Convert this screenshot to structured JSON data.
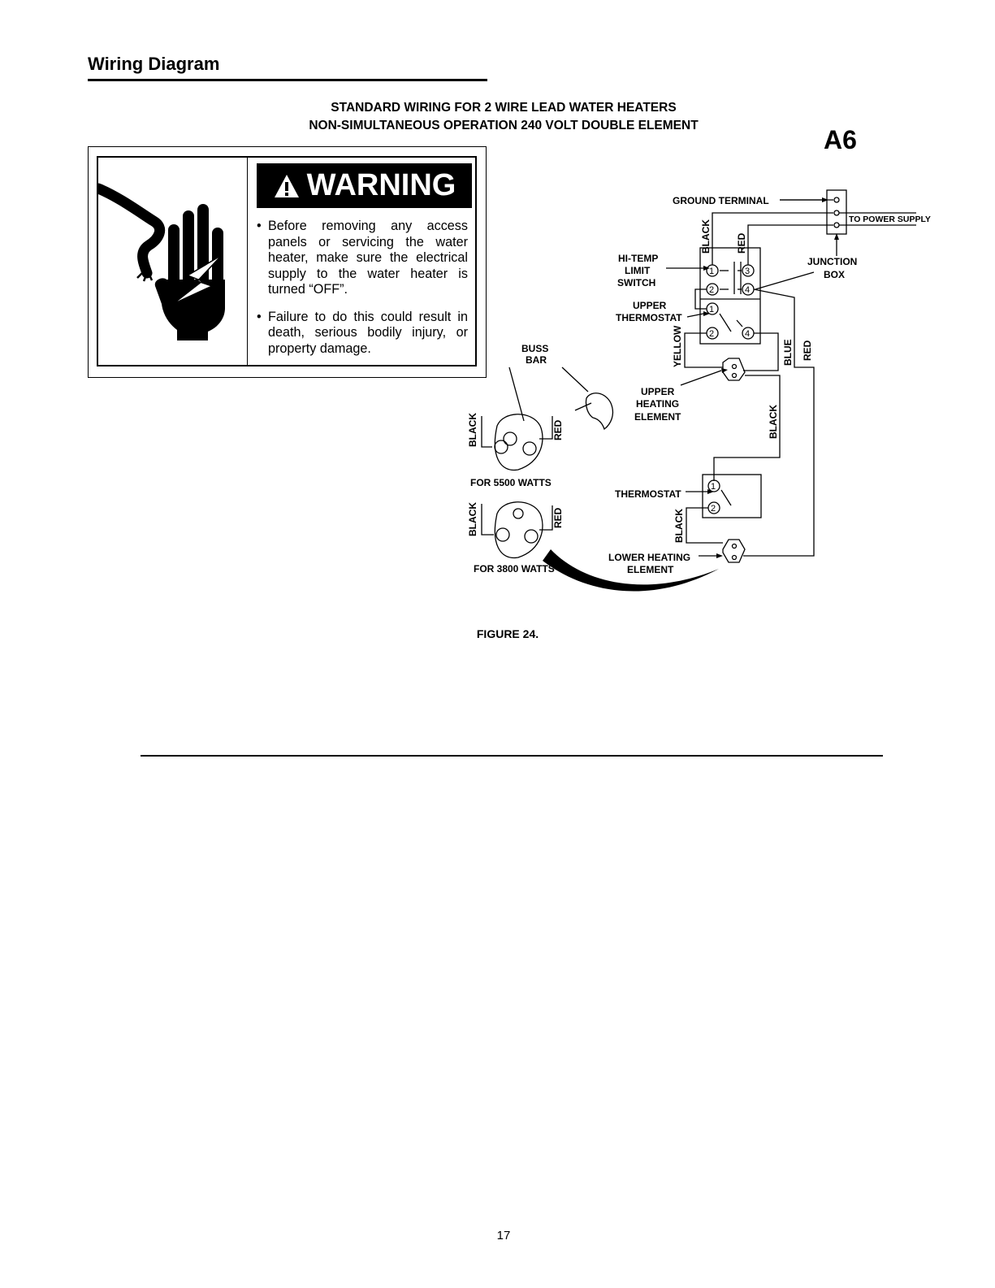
{
  "section_title": "Wiring Diagram",
  "diagram_title": {
    "line1": "STANDARD WIRING FOR 2 WIRE LEAD WATER HEATERS",
    "line2": "NON-SIMULTANEOUS OPERATION 240 VOLT DOUBLE ELEMENT"
  },
  "diagram_code": "A6",
  "warning": {
    "header": "WARNING",
    "items": [
      "Before removing any access panels or servicing the water heater, make sure the electrical supply to the water heater is turned “OFF”.",
      "Failure to do this could result in death, serious bodily injury, or property damage."
    ]
  },
  "labels": {
    "ground_terminal": "GROUND TERMINAL",
    "to_power_supply": "TO POWER SUPPLY",
    "junction": "JUNCTION",
    "box": "BOX",
    "hi_temp": "HI-TEMP",
    "limit": "LIMIT",
    "switch": "SWITCH",
    "upper": "UPPER",
    "thermostat": "THERMOSTAT",
    "buss": "BUSS",
    "bar": "BAR",
    "upper_heating_1": "UPPER",
    "upper_heating_2": "HEATING",
    "upper_heating_3": "ELEMENT",
    "lower_heating_1": "LOWER HEATING",
    "lower_heating_2": "ELEMENT",
    "for_5500": "FOR 5500 WATTS",
    "for_3800": "FOR 3800 WATTS",
    "lower_thermostat": "THERMOSTAT"
  },
  "wires": {
    "black": "BLACK",
    "red": "RED",
    "yellow": "YELLOW",
    "blue": "BLUE"
  },
  "terminals": [
    "1",
    "2",
    "3",
    "4"
  ],
  "figure_caption": "FIGURE 24.",
  "page_number": "17"
}
